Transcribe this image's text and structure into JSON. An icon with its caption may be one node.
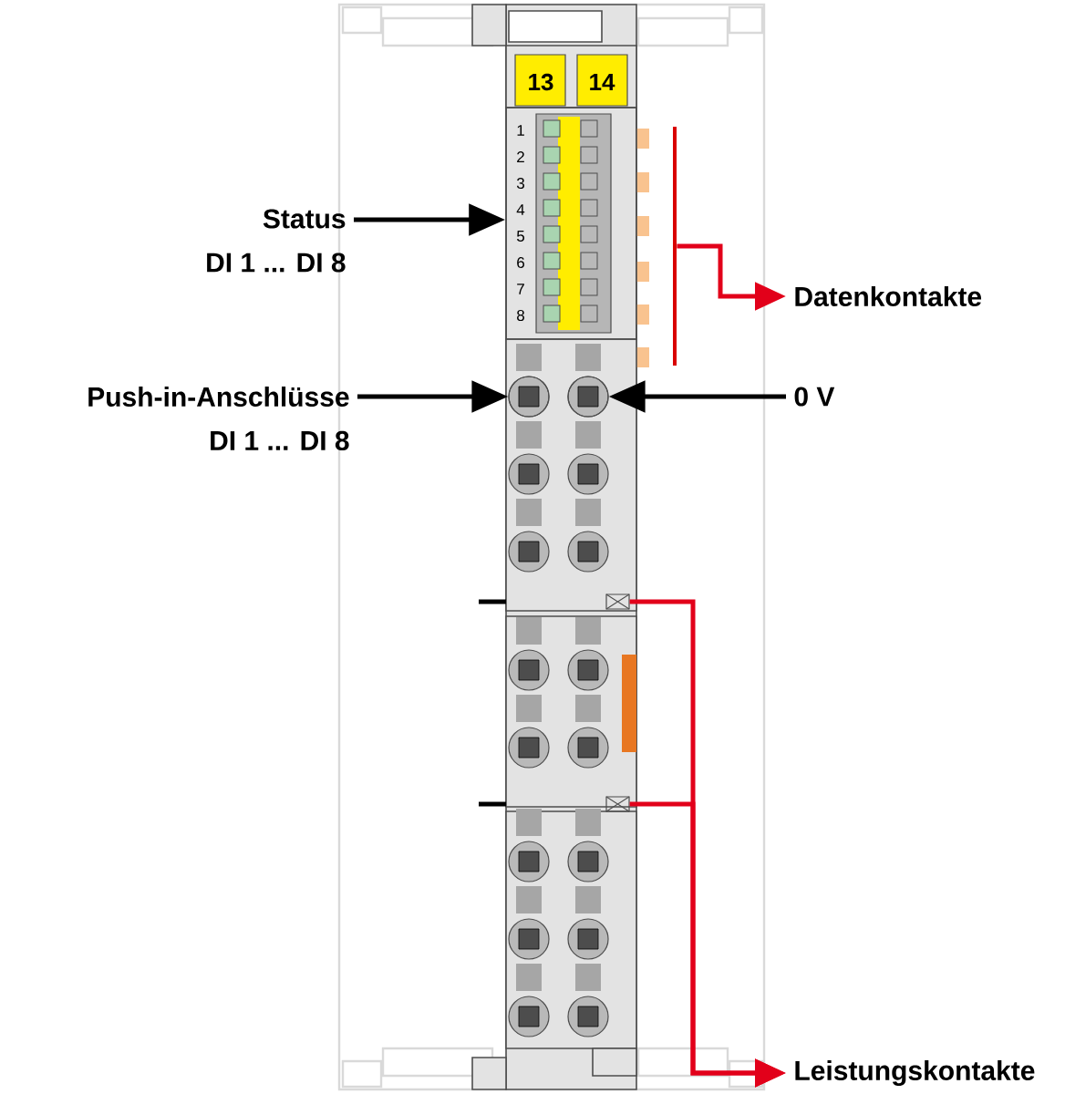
{
  "diagram": {
    "nodes": [
      {
        "text": [
          "Status",
          "DI 1 ... DI 8"
        ]
      },
      {
        "text": [],
        "shape": "box"
      },
      {
        "text": [
          "Datenkontakte"
        ]
      },
      {
        "text": [],
        "shape": "bar"
      },
      {
        "text": [
          "Push-in-Anschlüsse",
          "DI 1 ... DI 8"
        ]
      },
      {
        "text": [],
        "shape": "circle"
      },
      {
        "text": [
          "0 V"
        ]
      },
      {
        "text": [],
        "shape": "circle"
      },
      {
        "text": [
          "Leistungskontakte"
        ]
      },
      {
        "text": [],
        "shape": "box"
      },
      {
        "text": [],
        "shape": "box"
      }
    ],
    "edges": [
      {
        "from": 0,
        "to": 1,
        "arrow": "to"
      },
      {
        "from": 3,
        "to": 2,
        "arrow": "to",
        "color": "#e2001a"
      },
      {
        "from": 4,
        "to": 5,
        "arrow": "to"
      },
      {
        "from": 6,
        "to": 7,
        "arrow": "to"
      },
      {
        "from": 9,
        "to": 8,
        "arrow": "to",
        "color": "#e2001a"
      },
      {
        "from": 10,
        "to": 8,
        "arrow": "to",
        "color": "#e2001a"
      }
    ],
    "labels": [
      "13",
      "14",
      "1",
      "2",
      "3",
      "4",
      "5",
      "6",
      "7",
      "8"
    ]
  }
}
